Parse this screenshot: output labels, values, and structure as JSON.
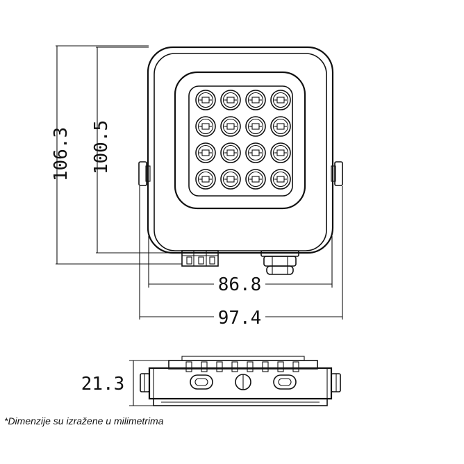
{
  "dimensions": {
    "total_height": "106.3",
    "body_height": "100.5",
    "body_width": "86.8",
    "total_width": "97.4",
    "depth": "21.3"
  },
  "footnote": "*Dimenzije su izražene u milimetrima",
  "led_grid": {
    "rows": 4,
    "cols": 4
  },
  "colors": {
    "line": "#111111",
    "background": "#ffffff"
  }
}
